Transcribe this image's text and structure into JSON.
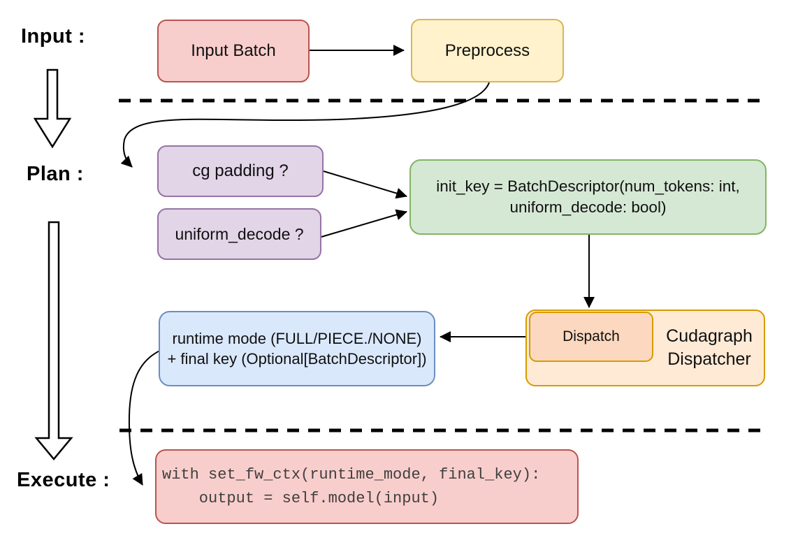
{
  "labels": {
    "input": "Input :",
    "plan": "Plan :",
    "execute": "Execute :"
  },
  "nodes": {
    "input_batch": "Input Batch",
    "preprocess": "Preprocess",
    "cg_padding": "cg padding ?",
    "uniform_decode": "uniform_decode ?",
    "init_key_line1": "init_key = BatchDescriptor(num_tokens: int,",
    "init_key_line2": "uniform_decode: bool)",
    "dispatch": "Dispatch",
    "dispatcher_line1": "Cudagraph",
    "dispatcher_line2": "Dispatcher",
    "runtime_line1": "runtime mode (FULL/PIECE./NONE)",
    "runtime_line2": "+ final key (Optional[BatchDescriptor])",
    "code_line1": "with set_fw_ctx(runtime_mode, final_key):",
    "code_line2": "    output = self.model(input)"
  },
  "colors": {
    "red_fill": "#F8CECC",
    "red_stroke": "#B85450",
    "yellow_fill": "#FFF2CC",
    "yellow_stroke": "#D6B656",
    "purple_fill": "#E1D5E7",
    "purple_stroke": "#9673A6",
    "green_fill": "#D5E8D4",
    "green_stroke": "#82B366",
    "blue_fill": "#DAE8FC",
    "blue_stroke": "#6C8EBF",
    "orange_fill": "#FFEAD6",
    "orange_inner_fill": "#FBD8BF",
    "orange_stroke": "#D79B00",
    "connector": "#000000"
  }
}
